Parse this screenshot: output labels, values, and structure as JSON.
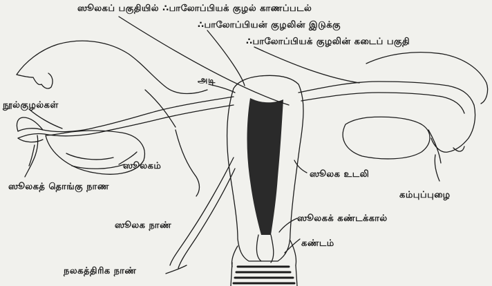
{
  "colors": {
    "background": "#f1f1ed",
    "ink": "#1b1b1b",
    "shading": "#2a2a2a"
  },
  "labels": {
    "top_line_1": "ஸூலகப் பகுதியில் ∴பாலோப்பியக் குழல் காணப்படல்",
    "top_line_2": "∴பாலோப்பியன் குழலின் இடுக்கு",
    "top_line_3": "∴பாலோப்பியக் குழலின் கடைப் பகுதி",
    "fundus": "அடி",
    "tubes": "நூல்குழல்கள்",
    "ovary": "ஸூலகம்",
    "ovarian_ligament": "ஸூலகத் தொங்கு நாண",
    "uterine_body": "ஸூலக உடலி",
    "fimbria": "கம்புப்புழை",
    "uterine_ligament": "ஸூலக நாண்",
    "isthmus": "ஸூலகக் கண்டக்கால்",
    "cervix": "கண்டம்",
    "round_ligament": "நலகத்திரிக நாண்"
  }
}
